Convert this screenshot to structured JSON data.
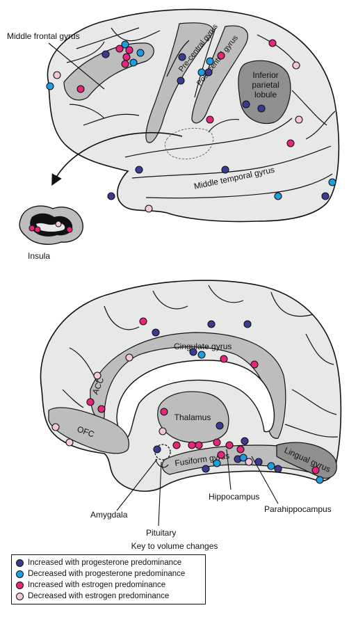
{
  "colors": {
    "increased_progesterone": "#3d3a91",
    "decreased_progesterone": "#1e9ee0",
    "increased_estrogen": "#e6267a",
    "decreased_estrogen": "#f7c6dc",
    "brain_fill": "#e8e8e8",
    "region_fill": "#bdbdbd",
    "dark_region_fill": "#8f8f8f"
  },
  "lateral": {
    "labels": {
      "middle_frontal_gyrus": "Middle frontal gyrus",
      "precentral_gyrus": "Pre-central gyrus",
      "postcentral_gyrus": "Post-central gyrus",
      "inferior_parietal_line1": "Inferior",
      "inferior_parietal_line2": "parietal",
      "inferior_parietal_line3": "lobule",
      "middle_temporal_gyrus": "Middle temporal gyrus",
      "insula": "Insula"
    }
  },
  "medial": {
    "labels": {
      "cingulate_gyrus": "Cingulate gyrus",
      "acc": "ACC",
      "thalamus": "Thalamus",
      "ofc": "OFC",
      "fusiform_gyrus": "Fusiform gyrus",
      "lingual_gyrus": "Lingual gyrus",
      "hippocampus": "Hippocampus",
      "parahippocampus": "Parahippocampus",
      "amygdala": "Amygdala",
      "pituitary": "Pituitary"
    }
  },
  "key": {
    "title": "Key to volume changes",
    "items": [
      {
        "label": "Increased with progesterone predominance",
        "color": "#3d3a91"
      },
      {
        "label": "Decreased with progesterone predominance",
        "color": "#1e9ee0"
      },
      {
        "label": "Increased with estrogen predominance",
        "color": "#e6267a"
      },
      {
        "label": "Decreased with estrogen predominance",
        "color": "#f7c6dc"
      }
    ]
  }
}
